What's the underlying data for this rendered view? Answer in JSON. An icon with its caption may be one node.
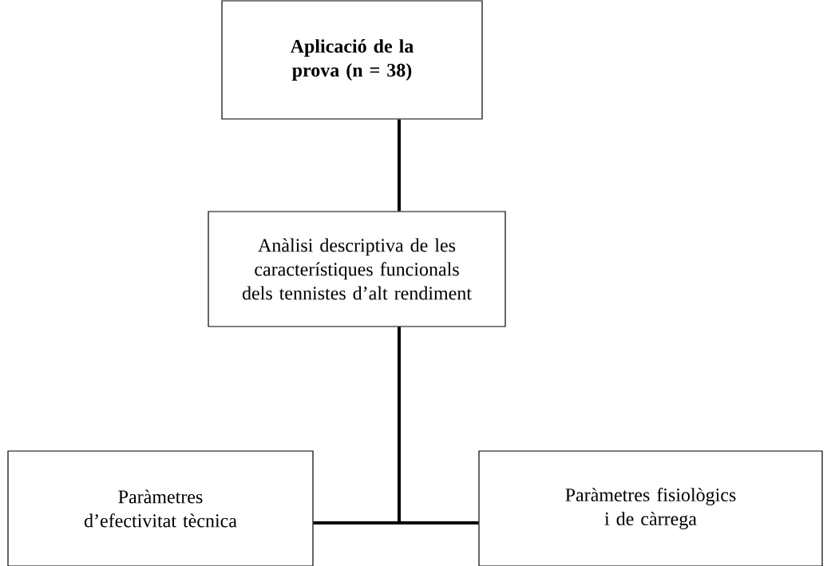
{
  "diagram": {
    "nodes": [
      {
        "text": [
          "Aplicació de la prova (n = 38)"
        ]
      },
      {
        "text": [
          "Anàlisi descriptiva de les característiques funcionals dels tennistes d’alt rendiment"
        ]
      },
      {
        "text": [
          "Paràmetres d’efectivitat tècnica"
        ]
      },
      {
        "text": [
          "Paràmetres fisiològics i de càrrega"
        ]
      }
    ],
    "edges": [
      {
        "from": 0,
        "to": 1,
        "arrow": "none"
      },
      {
        "from": 1,
        "to": 2,
        "arrow": "none"
      },
      {
        "from": 1,
        "to": 3,
        "arrow": "none"
      }
    ]
  }
}
